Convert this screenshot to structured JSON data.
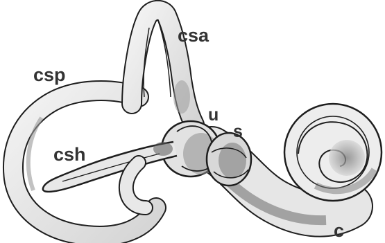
{
  "labels": {
    "csa": "csa",
    "csp": "csp",
    "csh": "csh",
    "u": "u",
    "s": "s",
    "c": "c"
  },
  "colors": {
    "outline": "#1e1e1e",
    "fill": "#efefef",
    "shade": "#8a8a8a",
    "label": "#333333"
  }
}
